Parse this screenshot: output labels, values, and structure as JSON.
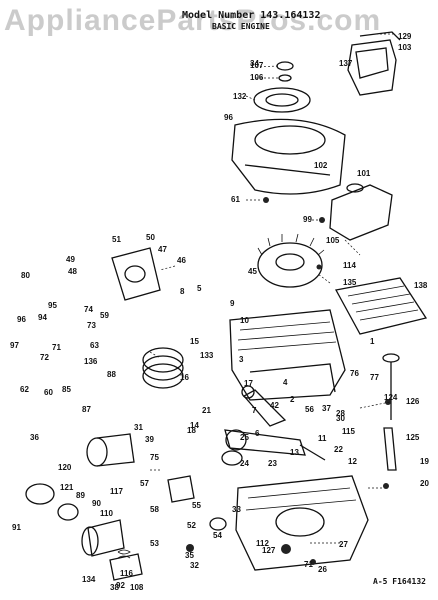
{
  "watermark": "AppliancePartsPros.com",
  "header": {
    "model_line": "Model Number 143.164132",
    "sub_line": "BASIC ENGINE"
  },
  "footer_code": "A-5 F164132",
  "callouts": [
    "129",
    "103",
    "107",
    "106",
    "137",
    "132",
    "96",
    "102",
    "101",
    "61",
    "99",
    "105",
    "114",
    "50",
    "51",
    "47",
    "49",
    "48",
    "46",
    "45",
    "135",
    "138",
    "80",
    "95",
    "94",
    "74",
    "73",
    "96",
    "97",
    "72",
    "71",
    "59",
    "63",
    "136",
    "88",
    "60",
    "62",
    "85",
    "87",
    "1",
    "10",
    "15",
    "133",
    "16",
    "13",
    "11",
    "17",
    "42",
    "56",
    "37",
    "76",
    "77",
    "115",
    "8",
    "5",
    "9",
    "3",
    "2",
    "4",
    "7",
    "6",
    "18",
    "21",
    "14",
    "39",
    "75",
    "36",
    "120",
    "121",
    "89",
    "90",
    "110",
    "91",
    "134",
    "92",
    "116",
    "117",
    "57",
    "58",
    "53",
    "54",
    "55",
    "52",
    "33",
    "35",
    "32",
    "112",
    "25",
    "24",
    "23",
    "22",
    "12",
    "19",
    "20",
    "125",
    "126",
    "124",
    "127",
    "71",
    "26",
    "27",
    "28",
    "30",
    "31",
    "34",
    "38",
    "108"
  ]
}
